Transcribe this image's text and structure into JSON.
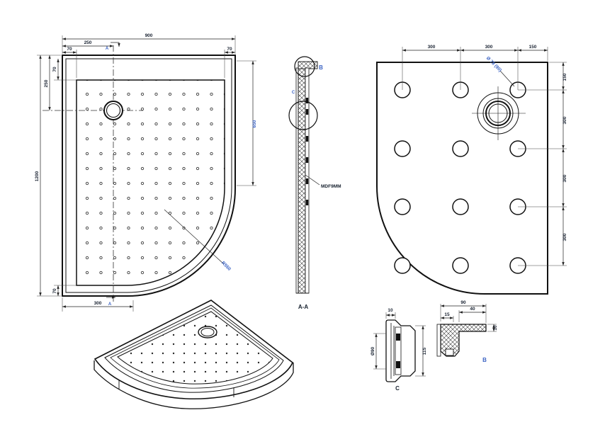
{
  "drawing": {
    "background": "#ffffff",
    "line_color": "#111111",
    "dim_color": "#1b2433",
    "accent_blue": "#3b63c4"
  },
  "plan_view": {
    "dim_width_overall": "900",
    "dim_left_to_section": "250",
    "dim_wall_left": "70",
    "dim_wall_right": "70",
    "dim_height_overall": "1200",
    "dim_top_to_drain": "250",
    "dim_wall_top": "70",
    "dim_wall_bottom": "70",
    "dim_right_depth": "650",
    "dim_bottom_to_section": "300",
    "radius_label": "R550",
    "section_letter_top": "A",
    "section_letter_bottom": "A"
  },
  "section_view": {
    "label": "A-A",
    "material_label": "MDF9MM",
    "detail_b_letter": "B",
    "detail_c_letter": "C"
  },
  "underside_view": {
    "dims_top": [
      "300",
      "300",
      "150"
    ],
    "dims_right": [
      "150",
      "300",
      "300",
      "300"
    ],
    "hole_callout": "Ø 78 (90)"
  },
  "detail_c": {
    "label": "C",
    "dim_width": "10",
    "dim_diameter": "Ø90",
    "dim_height": "115"
  },
  "detail_b": {
    "label": "B",
    "dim_overall": "90",
    "dim_inner": "40",
    "dim_small": "15",
    "dim_thickness": "10"
  }
}
